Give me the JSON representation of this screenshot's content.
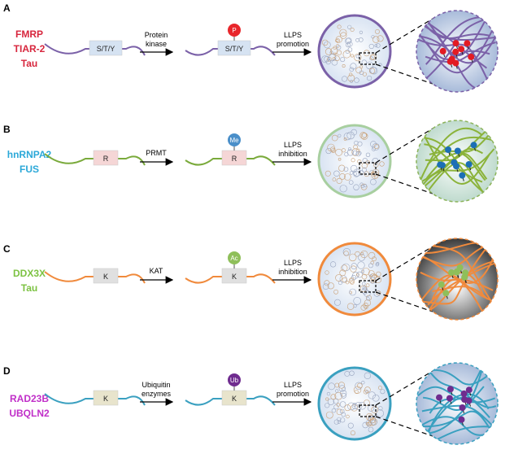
{
  "colors": {
    "A": "#d7263d",
    "B": "#2ba8d8",
    "C": "#7cc242",
    "D": "#c02fc8",
    "purple_line": "#7b61a8",
    "green_line": "#7aaa3b",
    "orange_line": "#f08a3c",
    "teal_line": "#3aa0c0"
  },
  "panels": [
    {
      "id": "A",
      "letter": "A",
      "proteins": [
        "FMRP",
        "TIAR-2",
        "Tau"
      ],
      "site": "S/T/Y",
      "enzyme": [
        "Protein",
        "kinase"
      ],
      "modification": "P",
      "effect": [
        "LLPS",
        "promotion"
      ]
    },
    {
      "id": "B",
      "letter": "B",
      "proteins": [
        "hnRNPA2",
        "FUS"
      ],
      "site": "R",
      "enzyme": [
        "PRMT"
      ],
      "modification": "Me",
      "effect": [
        "LLPS",
        "inhibition"
      ]
    },
    {
      "id": "C",
      "letter": "C",
      "proteins": [
        "DDX3X",
        "Tau"
      ],
      "site": "K",
      "enzyme": [
        "KAT"
      ],
      "modification": "Ac",
      "effect": [
        "LLPS",
        "inhibition"
      ]
    },
    {
      "id": "D",
      "letter": "D",
      "proteins": [
        "RAD23B",
        "UBQLN2"
      ],
      "site": "K",
      "enzyme": [
        "Ubiquitin",
        "enzymes"
      ],
      "modification": "Ub",
      "effect": [
        "LLPS",
        "promotion"
      ]
    }
  ]
}
